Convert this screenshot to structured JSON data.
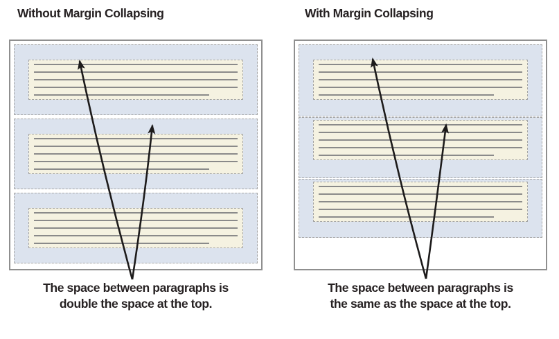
{
  "figure": {
    "panels": [
      {
        "id": "without",
        "title": "Without Margin Collapsing",
        "caption": [
          "The space between paragraphs is",
          "double the space at the top."
        ],
        "paragraph_count": 3,
        "text_lines_per_paragraph": 5
      },
      {
        "id": "with",
        "title": "With Margin Collapsing",
        "caption": [
          "The space between paragraphs is",
          "the same as the space at the top."
        ],
        "paragraph_count": 3,
        "text_lines_per_paragraph": 5
      }
    ],
    "colors": {
      "background": "#ffffff",
      "margin_area": "#dce3ee",
      "paragraph_fill": "#f5f2e1",
      "text_line": "#8a8a8a",
      "outer_border": "#8f8f8f",
      "dash_border": "#a5a5a5",
      "arrow": "#1d1b1b",
      "text": "#262122"
    }
  }
}
